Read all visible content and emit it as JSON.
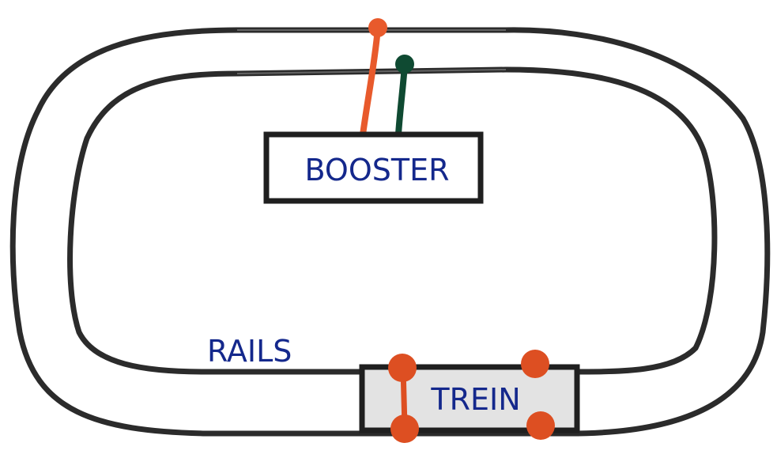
{
  "labels": {
    "booster": "BOOSTER",
    "rails": "RAILS",
    "train": "TREIN"
  },
  "colors": {
    "track": "#2b2b2b",
    "rail_highlight": "#8a8a8a",
    "box_fill": "#ffffff",
    "train_fill": "#e3e3e3",
    "box_stroke": "#1f1f1f",
    "label": "#14288c",
    "wire_red": "#e85a2c",
    "wire_green": "#0f4a32",
    "wheel": "#dd4f22"
  },
  "icons": {
    "feeder_wire_outer": "orange-wire",
    "feeder_wire_inner": "green-wire",
    "train_wheel": "wheel-dot"
  }
}
